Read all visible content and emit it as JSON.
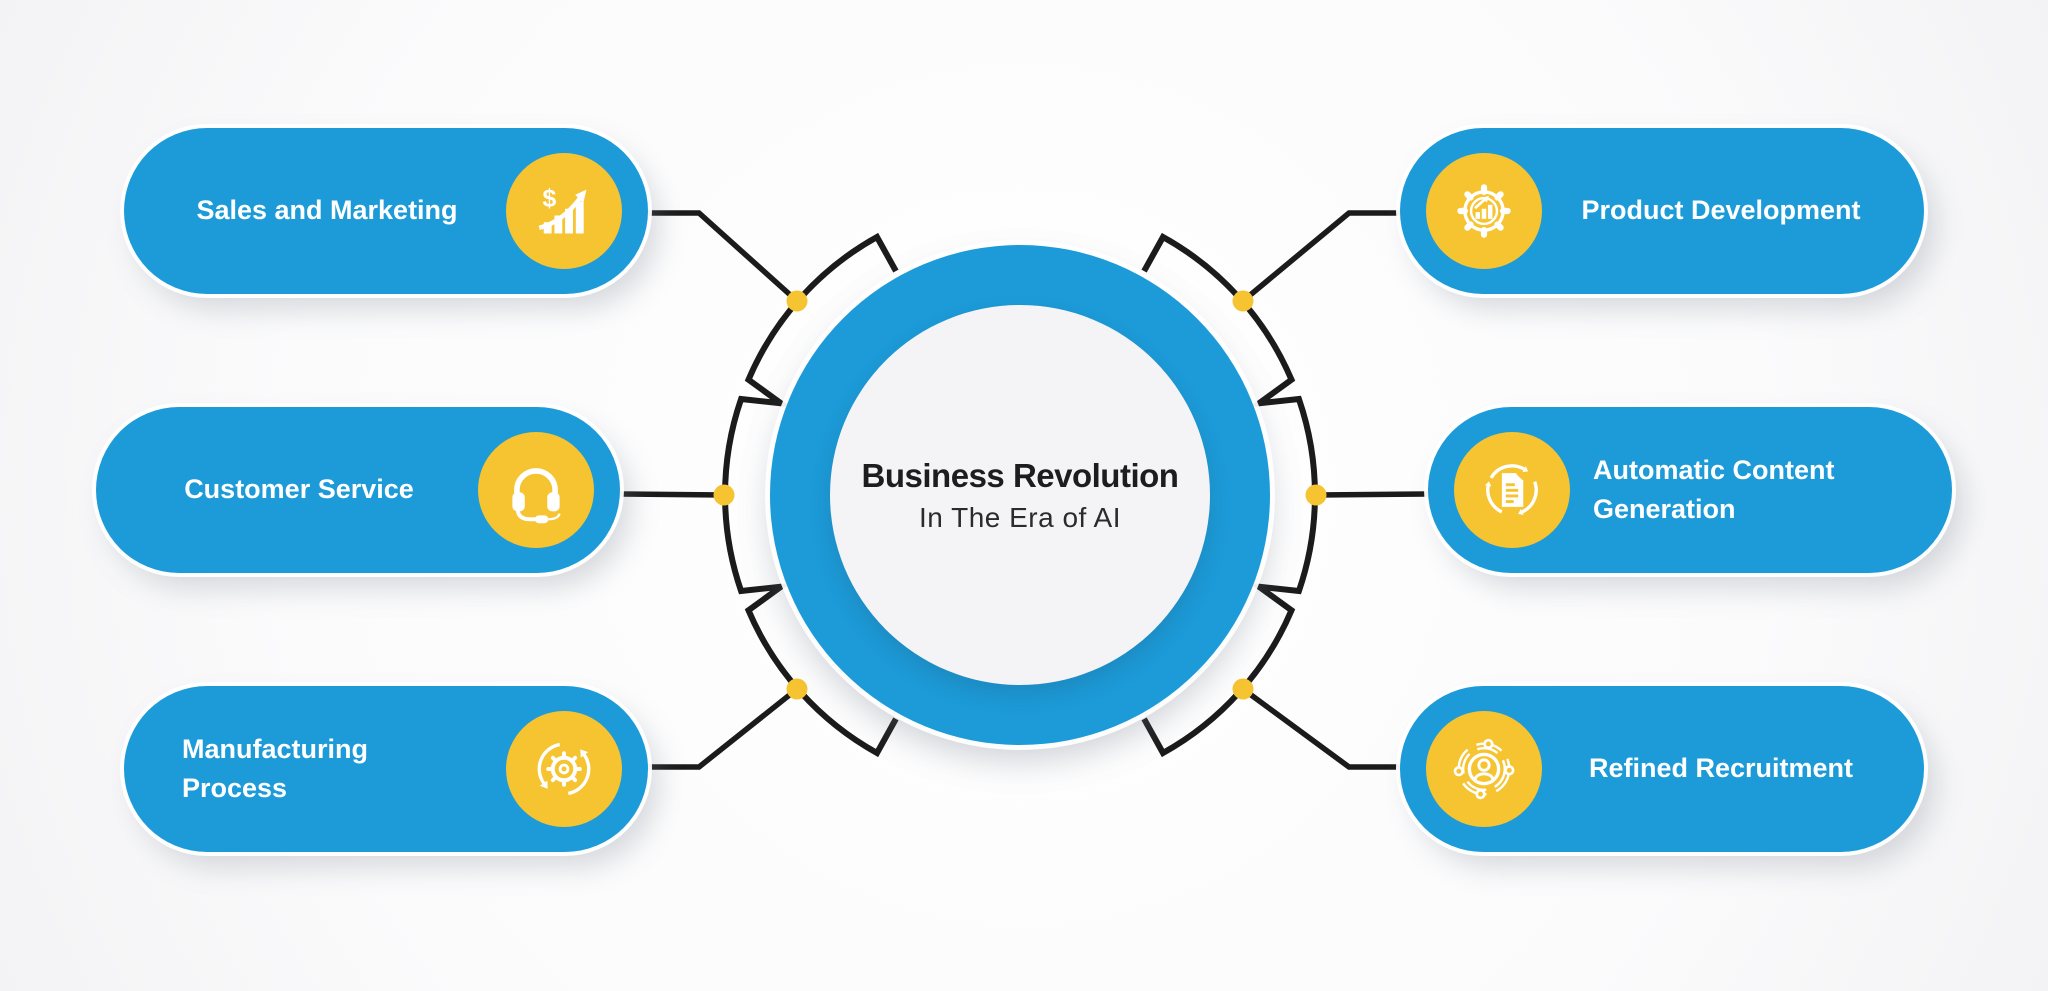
{
  "hub": {
    "title": "Business Revolution",
    "subtitle": "In The Era of AI"
  },
  "pills": [
    {
      "label": "Sales and Marketing",
      "icon": "dollar-growth-chart-icon",
      "side": "left"
    },
    {
      "label": "Customer Service",
      "icon": "headset-icon",
      "side": "left"
    },
    {
      "label": "Manufacturing Process",
      "icon": "gear-refresh-icon",
      "side": "left"
    },
    {
      "label": "Product Development",
      "icon": "gear-analytics-icon",
      "side": "right"
    },
    {
      "label": "Automatic Content Generation",
      "icon": "document-refresh-icon",
      "side": "right"
    },
    {
      "label": "Refined Recruitment",
      "icon": "candidate-network-icon",
      "side": "right"
    }
  ],
  "colors": {
    "blue": "#1C9BD8",
    "yellow": "#F6C331",
    "line": "#1B1B1B",
    "inner_circle": "#F4F4F6",
    "background": "#FBFBFC",
    "title_text": "#1D1D1F",
    "pill_text": "#FFFFFF"
  }
}
